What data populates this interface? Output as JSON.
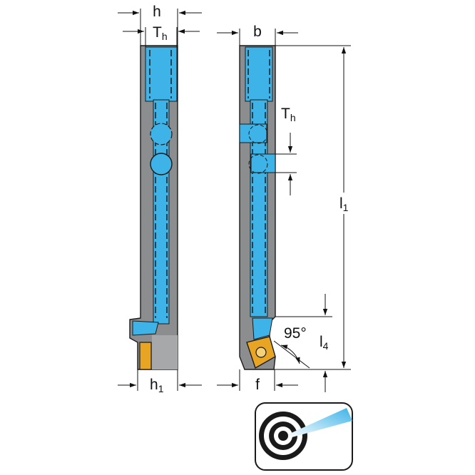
{
  "colors": {
    "body_gray": "#8c8d8f",
    "body_gray_light": "#a7a8aa",
    "coolant_blue": "#3db3e8",
    "insert_gold": "#e8a523",
    "outline": "#1a1a1a",
    "icon_gradient_start": "#ffffff",
    "icon_gradient_end": "#3db3e8"
  },
  "side_view": {
    "dim_h": "h",
    "dim_th": "T",
    "dim_th_sub": "h",
    "dim_h1": "h",
    "dim_h1_sub": "1"
  },
  "front_view": {
    "dim_b": "b",
    "dim_th": "T",
    "dim_th_sub": "h",
    "dim_l1": "l",
    "dim_l1_sub": "1",
    "dim_l4": "l",
    "dim_l4_sub": "4",
    "dim_f": "f",
    "angle": "95°"
  },
  "icon": {
    "name": "internal-coolant-target-icon"
  }
}
